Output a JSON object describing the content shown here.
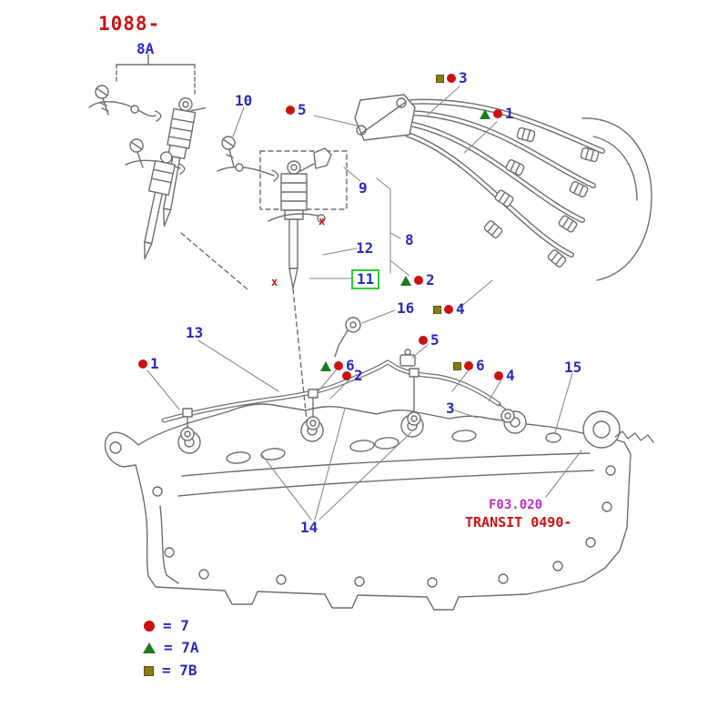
{
  "title": "1088-",
  "callouts": {
    "c8a": "8A",
    "c10": "10",
    "c5_top": "5",
    "c3_top": "3",
    "c1_top": "1",
    "c9": "9",
    "c8": "8",
    "c12": "12",
    "c11": "11",
    "c2_mid": "2",
    "c4_mid": "4",
    "c16": "16",
    "c13": "13",
    "c1_left": "1",
    "c6_left": "6",
    "c2_low": "2",
    "c5_mid": "5",
    "c6_right": "6",
    "c4_right": "4",
    "c3_low": "3",
    "c15": "15",
    "c14": "14",
    "x_mark_upper": "x",
    "x_mark_lower": "x"
  },
  "legend": {
    "dot_label": "= 7",
    "triangle_label": "= 7A",
    "square_label": "= 7B"
  },
  "footer": {
    "code": "F03.020",
    "model": "TRANSIT 0490-"
  },
  "colors": {
    "callout_blue": "#2a2ac2",
    "marker_red": "#cc1111",
    "marker_green": "#1e7a1e",
    "marker_olive": "#8a7a10",
    "code_magenta": "#c02cc0",
    "highlight_green": "#33cc33"
  }
}
